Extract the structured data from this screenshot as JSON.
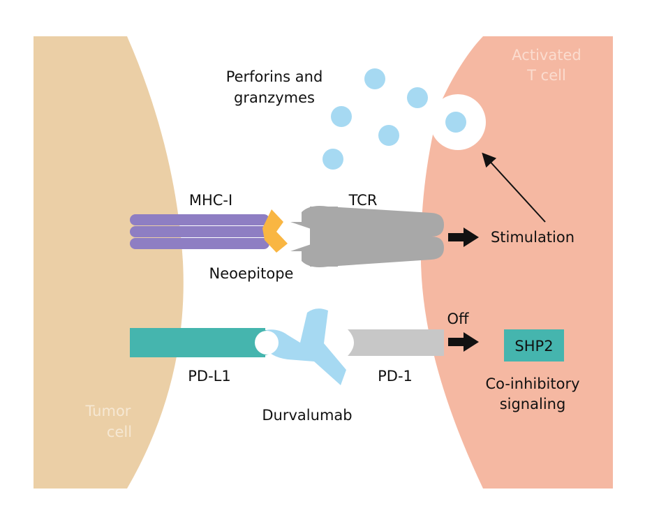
{
  "cells": {
    "tumor": {
      "label_line1": "Tumor",
      "label_line2": "cell",
      "fill": "#ebcfa6",
      "label_color": "#f6e8d3"
    },
    "tcell": {
      "label_line1": "Activated",
      "label_line2": "T cell",
      "fill": "#f5b8a2",
      "label_color": "#fbdccf"
    }
  },
  "molecules": {
    "perforins": {
      "line1": "Perforins and",
      "line2": "granzymes",
      "color": "#a6d9f2"
    },
    "mhc": {
      "label": "MHC-I",
      "color": "#8e7ec3"
    },
    "neoepitope": {
      "label": "Neoepitope",
      "color": "#f9b642"
    },
    "tcr": {
      "label": "TCR",
      "color": "#a8a8a8"
    },
    "pdl1": {
      "label": "PD-L1",
      "color": "#45b5ae"
    },
    "durvalumab": {
      "label": "Durvalumab",
      "color": "#a6d9f2"
    },
    "pd1": {
      "label": "PD-1",
      "color": "#c7c7c7"
    },
    "shp2": {
      "label": "SHP2",
      "color": "#45b5ae"
    }
  },
  "annotations": {
    "stimulation": "Stimulation",
    "off": "Off",
    "coinhibitory_line1": "Co-inhibitory",
    "coinhibitory_line2": "signaling"
  }
}
